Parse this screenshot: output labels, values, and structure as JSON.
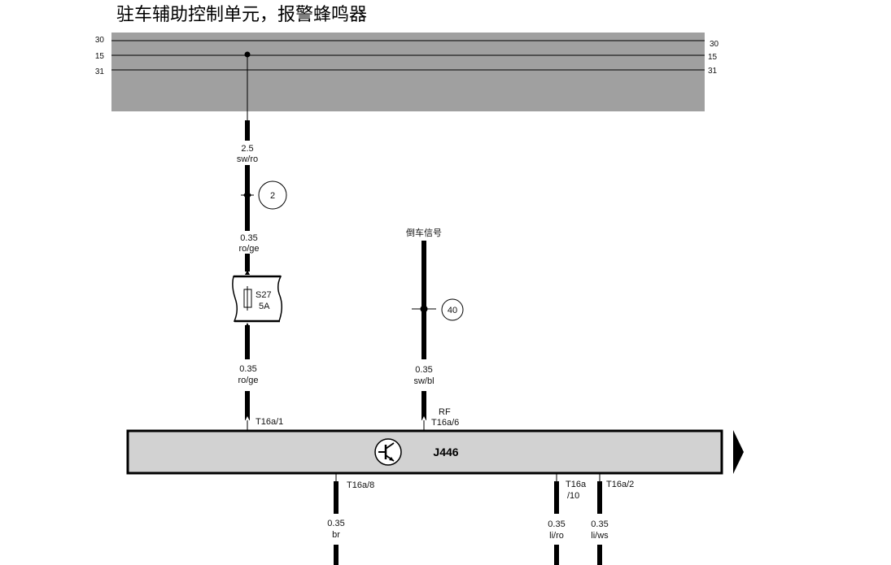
{
  "title": "驻车辅助控制单元，报警蜂鸣器",
  "bus_lines": {
    "left_labels": [
      "30",
      "15",
      "31"
    ],
    "right_labels": [
      "30",
      "15",
      "31"
    ]
  },
  "wires": {
    "w1": {
      "size": "2.5",
      "color": "sw/ro"
    },
    "w2": {
      "size": "0.35",
      "color": "ro/ge"
    },
    "w3": {
      "size": "0.35",
      "color": "ro/ge"
    },
    "w4": {
      "size": "0.35",
      "color": "sw/bl"
    },
    "w5": {
      "size": "0.35",
      "color": "br"
    },
    "w6": {
      "size": "0.35",
      "color": "li/ro"
    },
    "w7": {
      "size": "0.35",
      "color": "li/ws"
    }
  },
  "connections": {
    "c2": "2",
    "c40": "40"
  },
  "fuse": {
    "id": "S27",
    "rating": "5A"
  },
  "reverse_signal": "倒车信号",
  "module": {
    "id": "J446"
  },
  "pins": {
    "p1": "T16a/1",
    "p6_rf": "RF",
    "p6": "T16a/6",
    "p8": "T16a/8",
    "p10_a": "T16a",
    "p10_b": "/10",
    "p2": "T16a/2"
  }
}
